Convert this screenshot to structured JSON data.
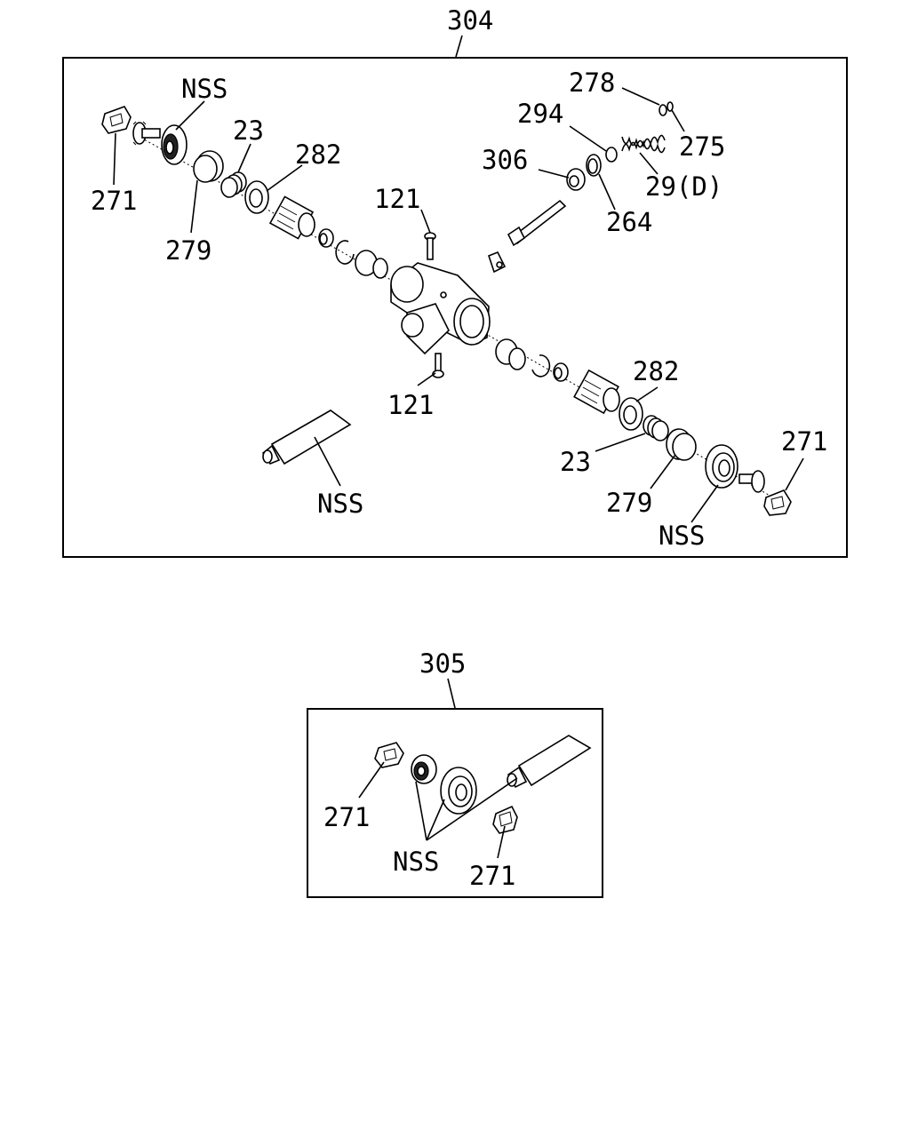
{
  "assemblies": [
    {
      "id": "304",
      "callouts": {
        "nss_top": "NSS",
        "c271_left": "271",
        "c279_left": "279",
        "c23_left": "23",
        "c282_left": "282",
        "c121_top": "121",
        "c121_bottom": "121",
        "c306": "306",
        "c294": "294",
        "c278": "278",
        "c275": "275",
        "c29d": "29(D)",
        "c264": "264",
        "c282_right": "282",
        "c23_right": "23",
        "c279_right": "279",
        "nss_right": "NSS",
        "c271_right": "271",
        "nss_tube": "NSS"
      }
    },
    {
      "id": "305",
      "callouts": {
        "c271_a": "271",
        "nss": "NSS",
        "c271_b": "271"
      }
    }
  ]
}
